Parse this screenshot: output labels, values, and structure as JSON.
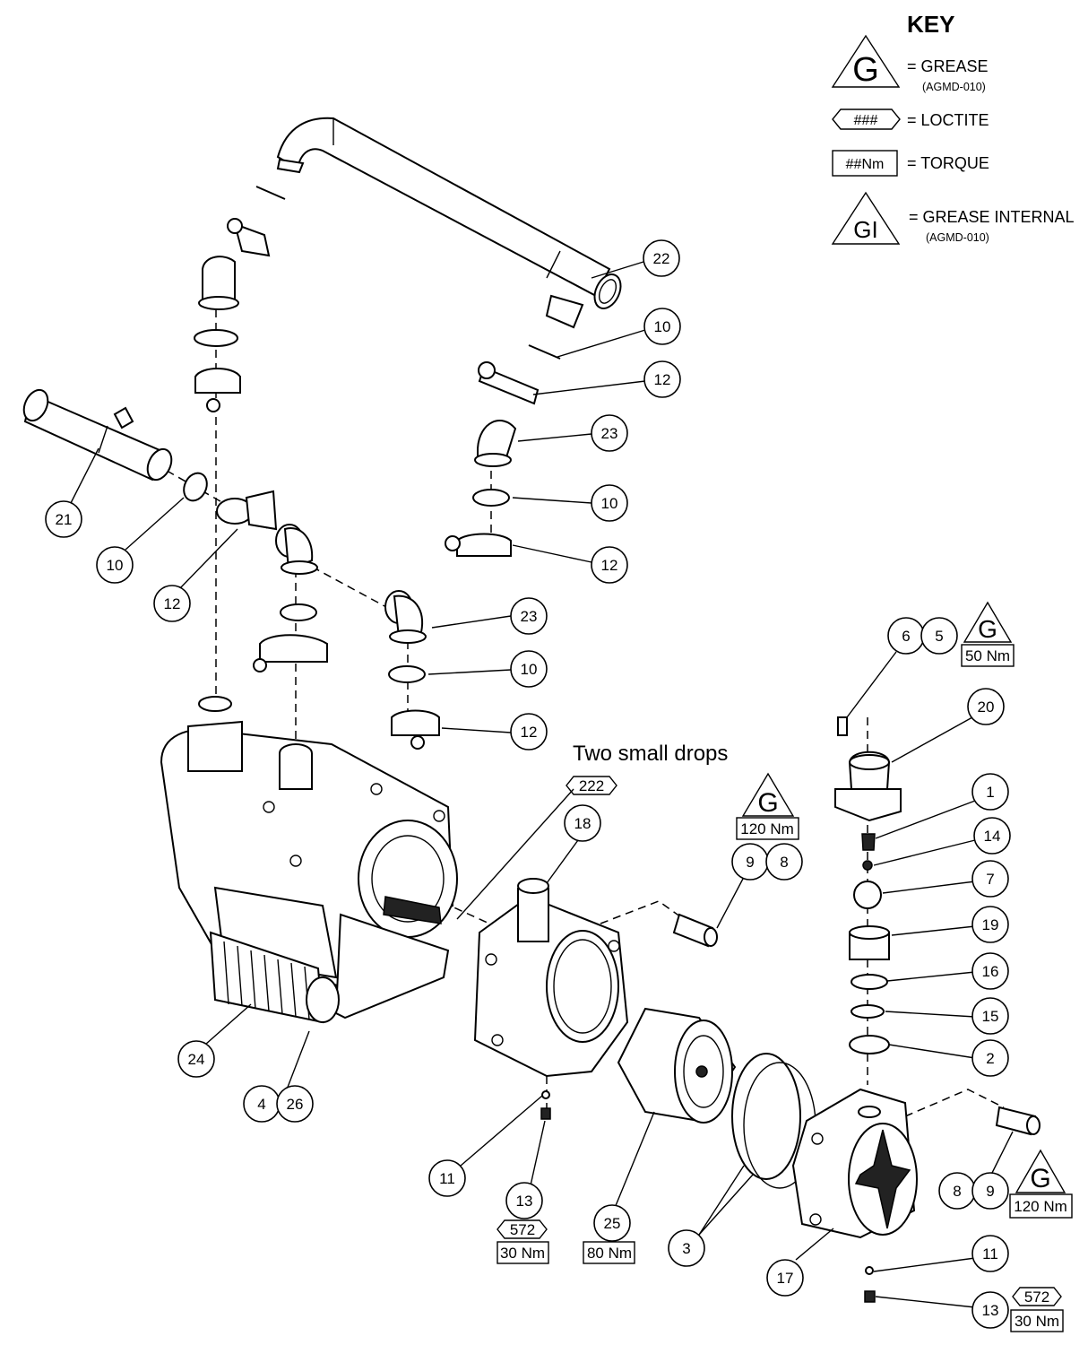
{
  "key": {
    "title": "KEY",
    "grease_symbol": "G",
    "grease_label": "= GREASE",
    "grease_ref": "(AGMD-010)",
    "loctite_symbol": "###",
    "loctite_label": "= LOCTITE",
    "torque_symbol": "##Nm",
    "torque_label": "= TORQUE",
    "grease_internal_symbol": "GI",
    "grease_internal_label": "= GREASE INTERNAL",
    "grease_internal_ref": "(AGMD-010)"
  },
  "note": "Two small drops",
  "callouts": [
    "22",
    "10",
    "12",
    "23",
    "10",
    "12",
    "21",
    "10",
    "12",
    "23",
    "10",
    "12",
    "6",
    "5",
    "20",
    "1",
    "14",
    "7",
    "19",
    "16",
    "15",
    "2",
    "18",
    "9",
    "8",
    "24",
    "4",
    "26",
    "11",
    "13",
    "25",
    "3",
    "17",
    "8",
    "9",
    "11",
    "13"
  ],
  "specs": {
    "top_right_torque": "50 Nm",
    "pump_loctite": "222",
    "bolt_torque": "120 Nm",
    "lower_right_torque": "120 Nm",
    "drain_loctite": "572",
    "drain_torque": "30 Nm",
    "rotor_torque": "80 Nm",
    "bottom_right_loctite": "572",
    "bottom_right_torque": "30 Nm"
  },
  "symbols": {
    "grease": "G"
  }
}
